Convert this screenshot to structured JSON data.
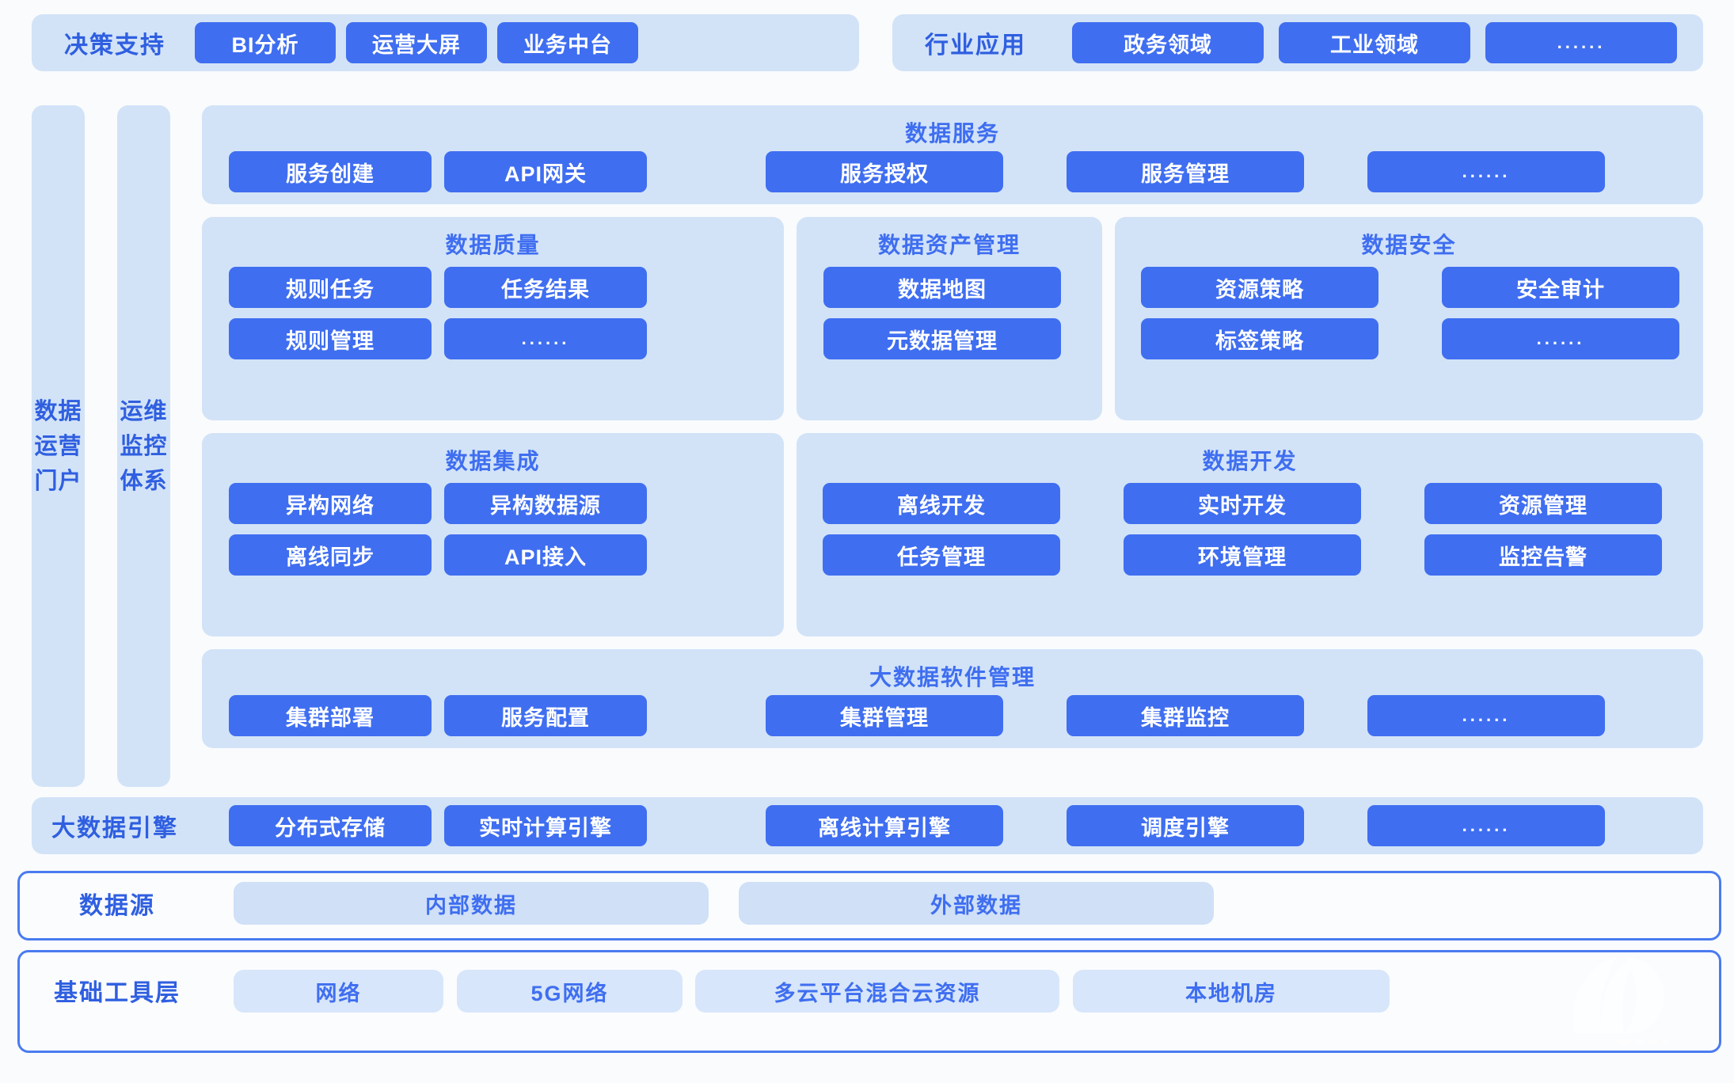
{
  "meta": {
    "title": "数据中台总体架构图",
    "colors": {
      "background": "#fafbfd",
      "panel_light_blue": "#d2e3f8",
      "button_blue": "#3f6ef0",
      "label_blue": "#2f5fe0",
      "border_blue": "#4a7bf0",
      "soft_box": "#cfe0f7"
    }
  },
  "top_row": {
    "decision": {
      "label": "决策支持",
      "items": [
        "BI分析",
        "运营大屏",
        "业务中台"
      ]
    },
    "industry": {
      "label": "行业应用",
      "items": [
        "政务领域",
        "工业领域",
        "......"
      ]
    }
  },
  "sidebars": [
    {
      "name": "data-operation-portal",
      "lines": [
        "数据",
        "运营",
        "门户"
      ]
    },
    {
      "name": "ops-monitoring-system",
      "lines": [
        "运维",
        "监控",
        "体系"
      ]
    }
  ],
  "sections": {
    "data_service": {
      "title": "数据服务",
      "items": [
        "服务创建",
        "API网关",
        "服务授权",
        "服务管理",
        "......"
      ]
    },
    "data_quality": {
      "title": "数据质量",
      "items": [
        "规则任务",
        "任务结果",
        "规则管理",
        "......"
      ]
    },
    "data_asset": {
      "title": "数据资产管理",
      "items": [
        "数据地图",
        "元数据管理"
      ]
    },
    "data_security": {
      "title": "数据安全",
      "items": [
        "资源策略",
        "安全审计",
        "标签策略",
        "......"
      ]
    },
    "data_integration": {
      "title": "数据集成",
      "items": [
        "异构网络",
        "异构数据源",
        "离线同步",
        "API接入"
      ]
    },
    "data_development": {
      "title": "数据开发",
      "items": [
        "离线开发",
        "实时开发",
        "资源管理",
        "任务管理",
        "环境管理",
        "监控告警"
      ]
    },
    "bigdata_software": {
      "title": "大数据软件管理",
      "items": [
        "集群部署",
        "服务配置",
        "集群管理",
        "集群监控",
        "......"
      ]
    }
  },
  "engine_row": {
    "label": "大数据引擎",
    "items": [
      "分布式存储",
      "实时计算引擎",
      "离线计算引擎",
      "调度引擎",
      "......"
    ]
  },
  "source_row": {
    "label": "数据源",
    "items": [
      "内部数据",
      "外部数据"
    ]
  },
  "infra_row": {
    "label": "基础工具层",
    "items": [
      "网络",
      "5G网络",
      "多云平台混合云资源",
      "本地机房"
    ]
  }
}
